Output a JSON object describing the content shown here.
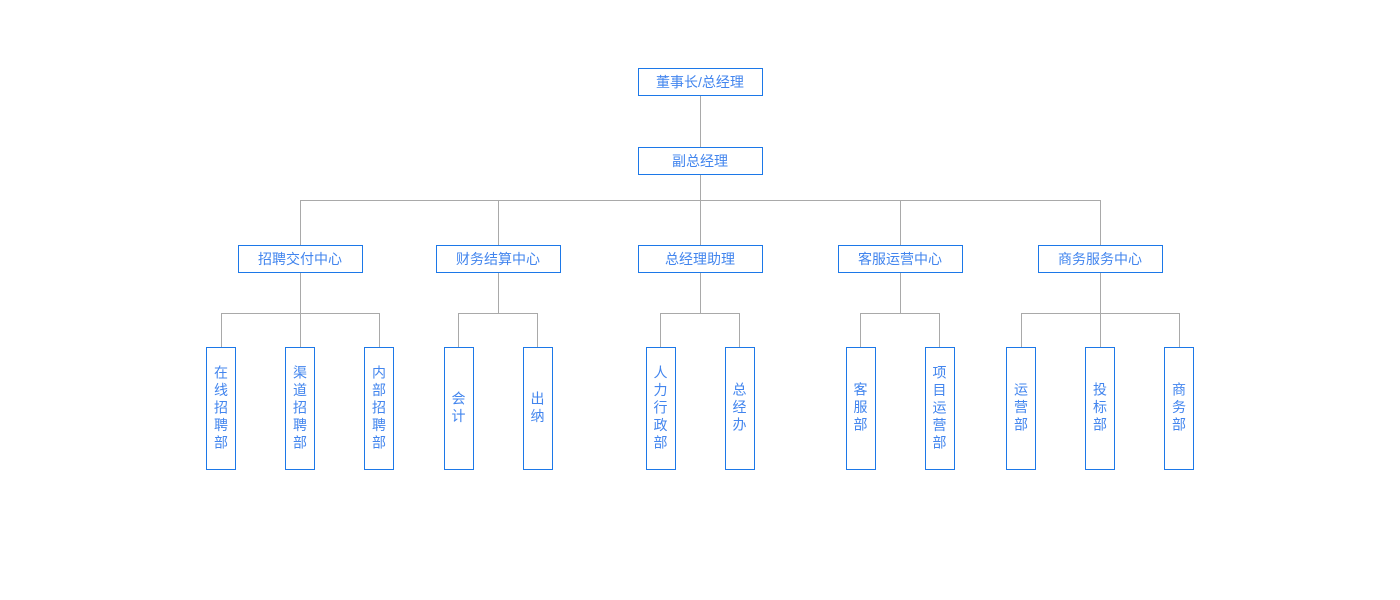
{
  "colors": {
    "node_border": "#1C78E8",
    "node_text": "#4285EE",
    "connector": "#A9A9A9",
    "background": "#FFFFFF"
  },
  "org": {
    "level1": {
      "label": "董事长/总经理"
    },
    "level2": {
      "label": "副总经理"
    },
    "centers": [
      {
        "label": "招聘交付中心",
        "departments": [
          "在线招聘部",
          "渠道招聘部",
          "内部招聘部"
        ]
      },
      {
        "label": "财务结算中心",
        "departments": [
          "会计",
          "出纳"
        ]
      },
      {
        "label": "总经理助理",
        "departments": [
          "人力行政部",
          "总经办"
        ]
      },
      {
        "label": "客服运营中心",
        "departments": [
          "客服部",
          "项目运营部"
        ]
      },
      {
        "label": "商务服务中心",
        "departments": [
          "运营部",
          "投标部",
          "商务部"
        ]
      }
    ]
  }
}
